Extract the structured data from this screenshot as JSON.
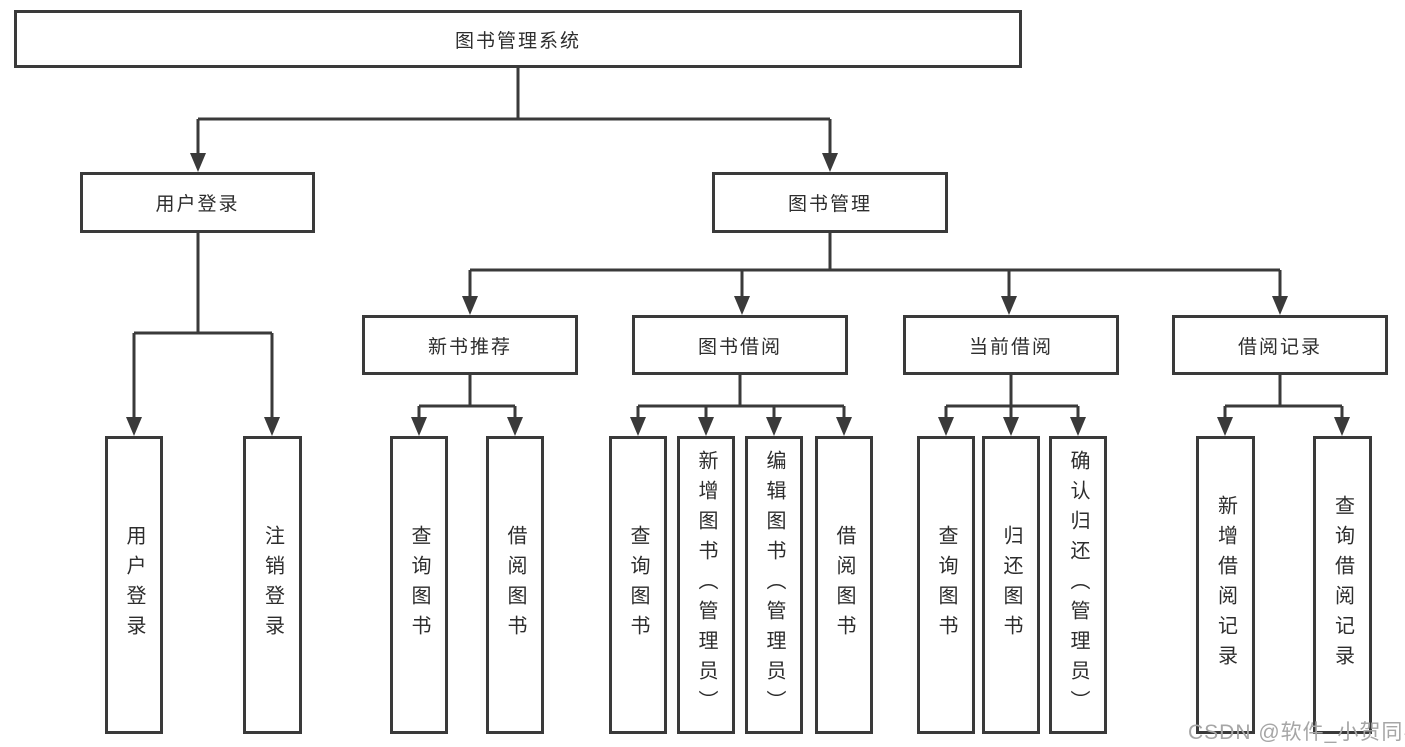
{
  "diagram": {
    "root": {
      "label": "图书管理系统"
    },
    "level2": [
      {
        "label": "用户登录"
      },
      {
        "label": "图书管理"
      }
    ],
    "level3": [
      {
        "label": "新书推荐"
      },
      {
        "label": "图书借阅"
      },
      {
        "label": "当前借阅"
      },
      {
        "label": "借阅记录"
      }
    ],
    "leaves": {
      "user_login": [
        "用户登录",
        "注销登录"
      ],
      "new_book_recommend": [
        "查询图书",
        "借阅图书"
      ],
      "book_borrow": [
        "查询图书",
        "新增图书（管理员）",
        "编辑图书（管理员）",
        "借阅图书"
      ],
      "current_borrow": [
        "查询图书",
        "归还图书",
        "确认归还（管理员）"
      ],
      "borrow_records": [
        "新增借阅记录",
        "查询借阅记录"
      ]
    }
  },
  "watermark": {
    "text": "CSDN @软件_小贺同学"
  },
  "colors": {
    "line": "#3a3a3a",
    "text": "#2d2d2d",
    "background": "#ffffff",
    "watermark": "#a6a6a6"
  }
}
